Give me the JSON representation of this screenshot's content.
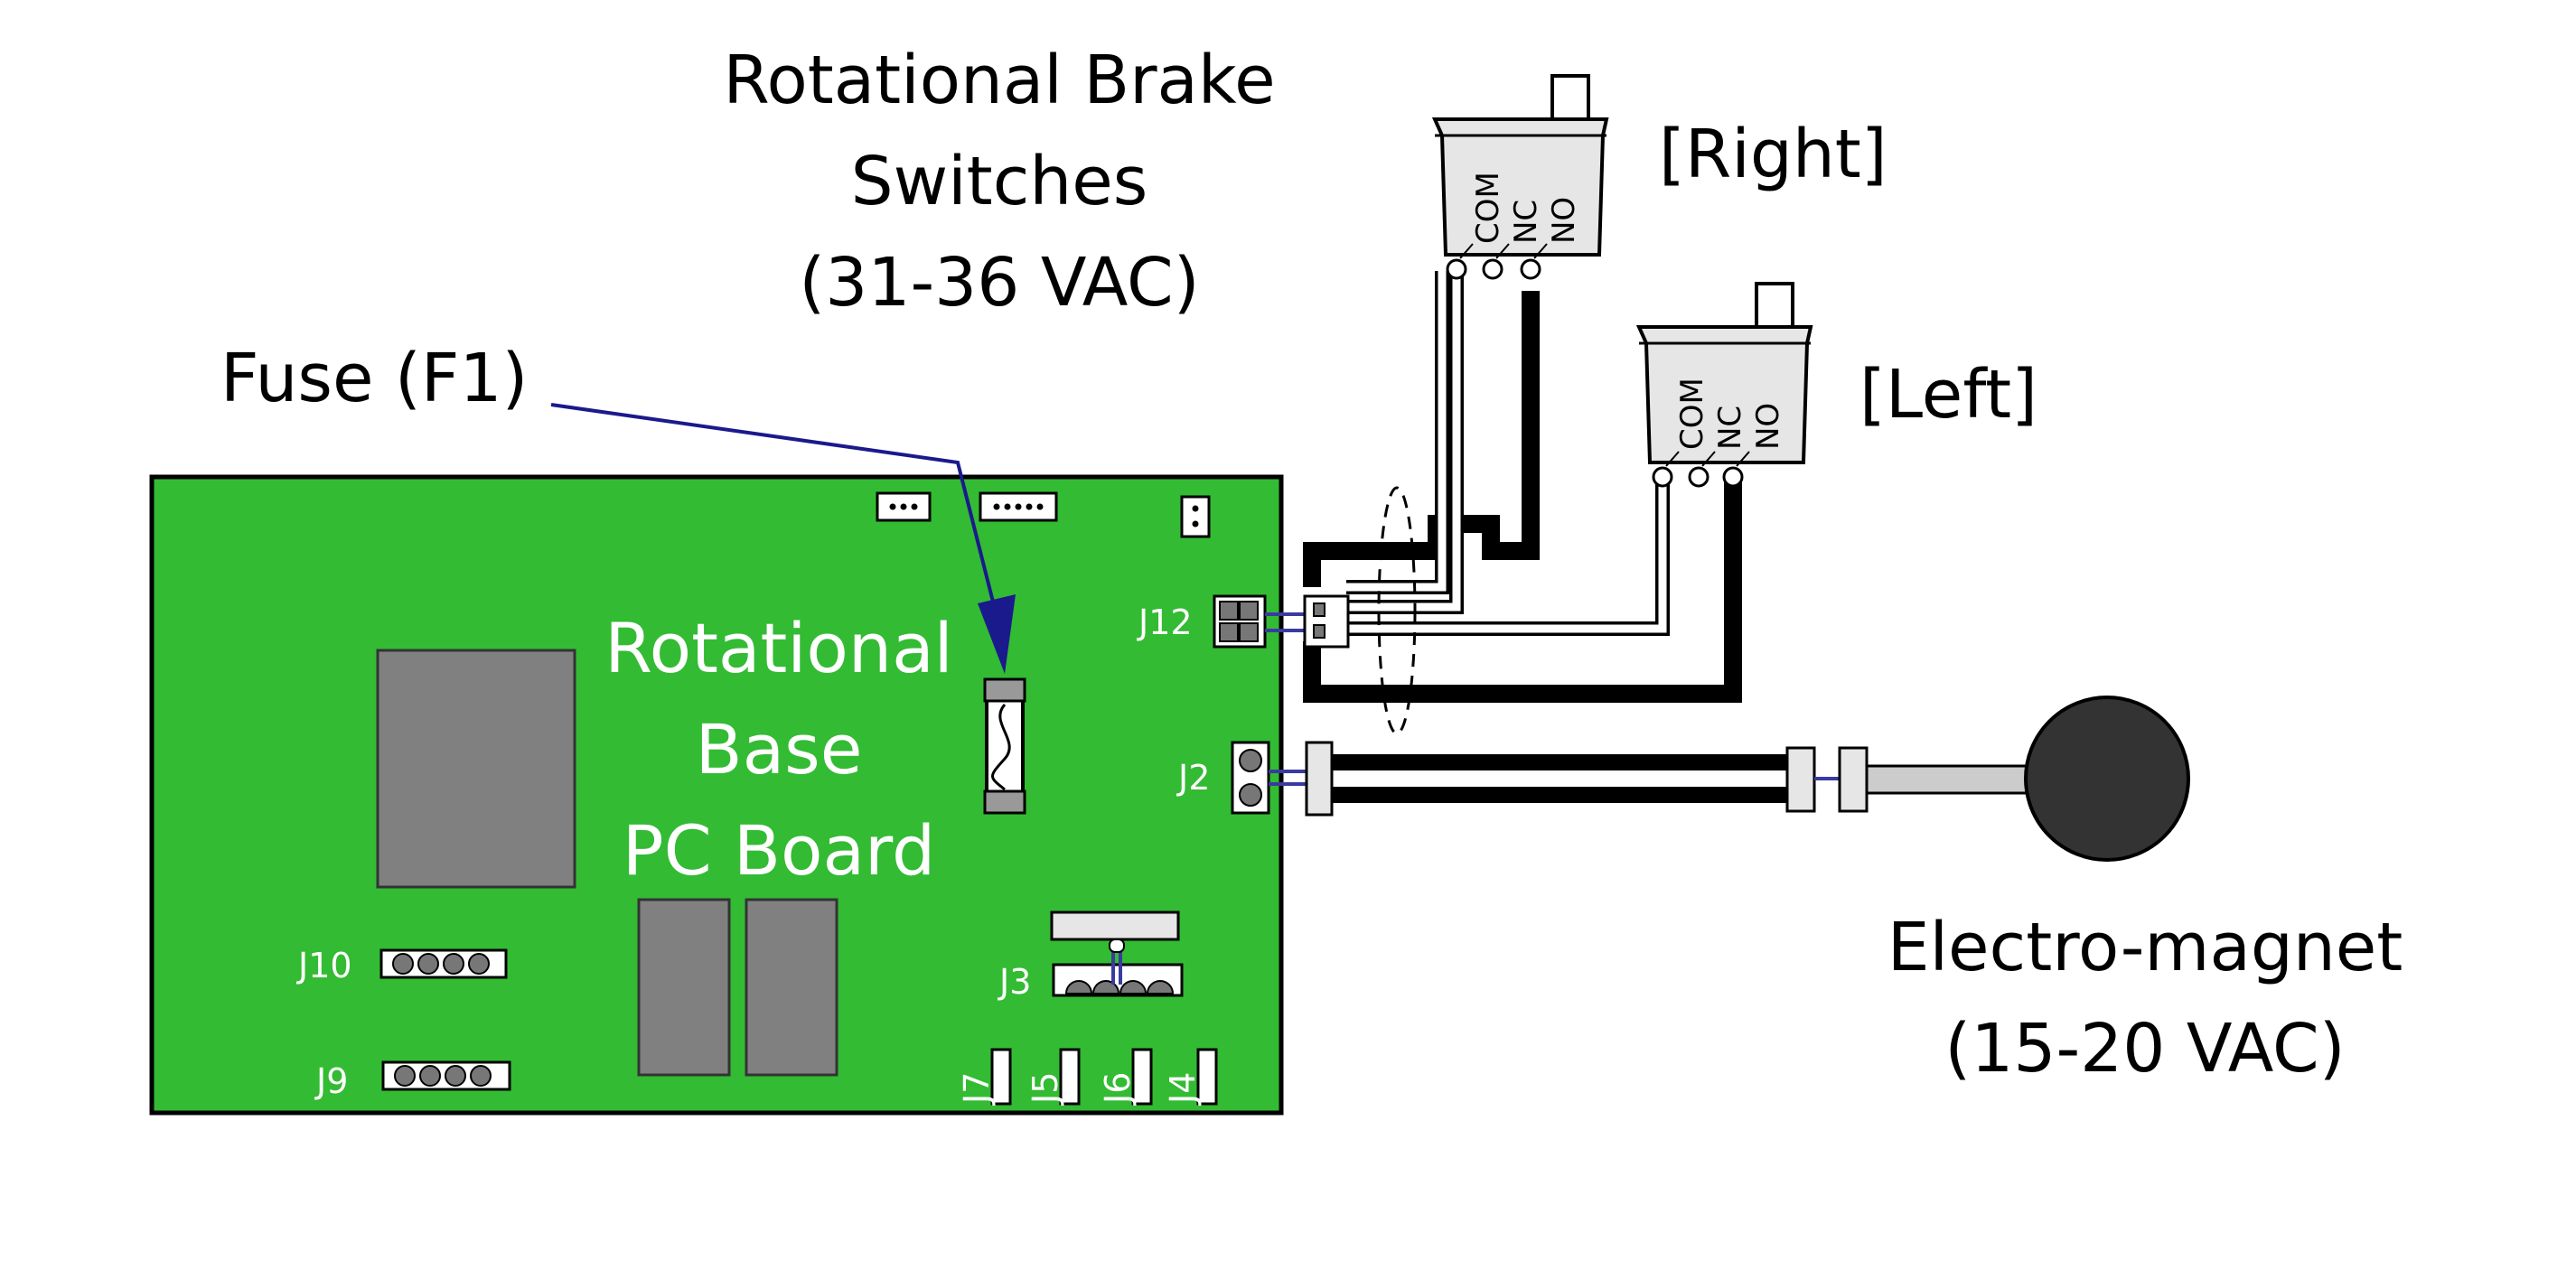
{
  "labels": {
    "brake_switches": [
      "Rotational Brake",
      "Switches",
      "(31-36 VAC)"
    ],
    "right": "[Right]",
    "left": "[Left]",
    "fuse": "Fuse (F1)",
    "board": [
      "Rotational",
      "Base",
      "PC Board"
    ],
    "magnet": [
      "Electro-magnet",
      "(15-20 VAC)"
    ]
  },
  "switch_pins": [
    "COM",
    "NC",
    "NO"
  ],
  "connectors": {
    "j12": "J12",
    "j2": "J2",
    "j10": "J10",
    "j9": "J9",
    "j3": "J3",
    "j7": "J7",
    "j5": "J5",
    "j6": "J6",
    "j4": "J4"
  },
  "colors": {
    "board": "#33bb33",
    "component": "#808080",
    "wire": "#000000",
    "pointer": "#1a1a8c"
  }
}
